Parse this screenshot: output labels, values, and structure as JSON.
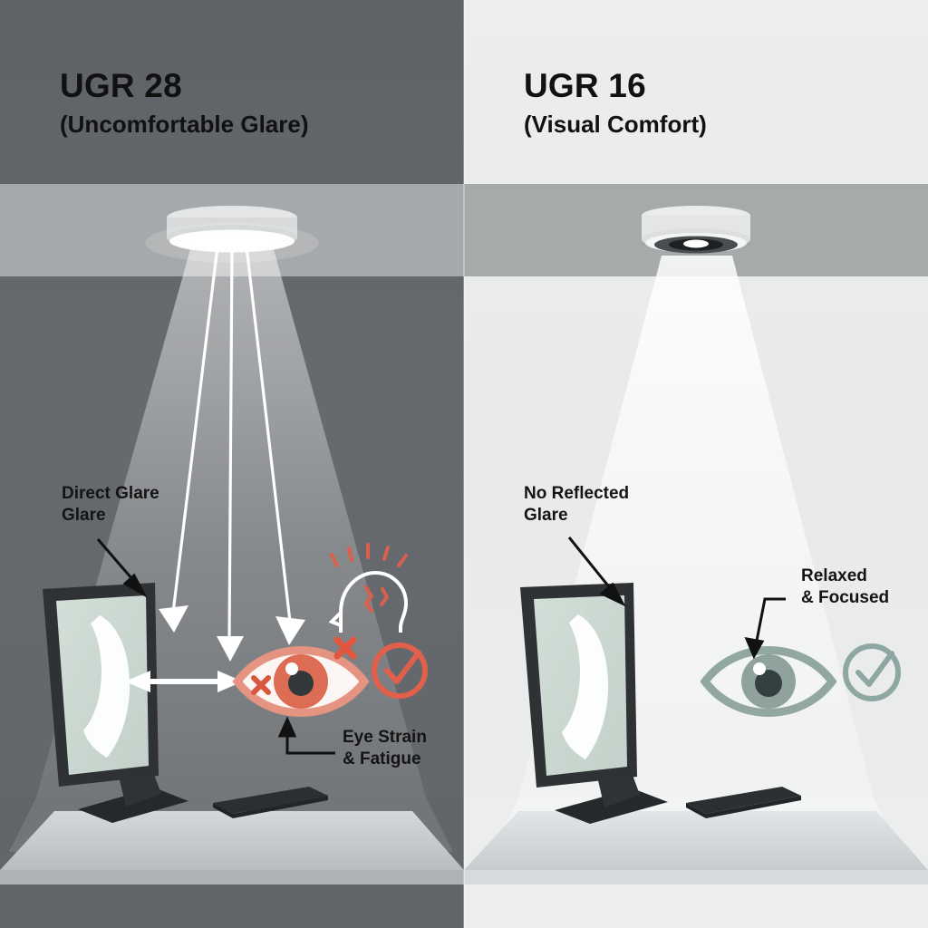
{
  "figure": {
    "kind": "comparison-diagram",
    "subject": "UGR glare comparison in an office workstation"
  },
  "panels": {
    "left": {
      "id": "ugr-28",
      "title": "UGR 28",
      "subtitle": "(Uncomfortable Glare)",
      "background_color": "#63666a",
      "ceiling_color": "#a6a9ab",
      "luminaire": {
        "name": "bright-flat-diffuser-luminaire",
        "body_color": "#d8dadb",
        "emitter_color": "#ffffff"
      },
      "annotations": [
        {
          "name": "direct-glare",
          "lines": [
            "Direct Glare",
            "Glare"
          ]
        },
        {
          "name": "eye-strain",
          "lines": [
            "Eye Strain",
            "& Fatigue"
          ]
        }
      ],
      "icons": [
        {
          "name": "headache-head-icon",
          "color": "#e2705d"
        },
        {
          "name": "irritated-eye-icon",
          "color": "#e07a66"
        },
        {
          "name": "check-circle-icon",
          "color": "#e0604c"
        },
        {
          "name": "x-mark-icon",
          "color": "#e05a46"
        }
      ],
      "rays": {
        "count": 3,
        "color": "#ffffff",
        "label": "glare-ray"
      },
      "reflection_arrow": {
        "name": "reflected-glare-arrow",
        "color": "#ffffff",
        "double_headed": true
      },
      "screen_color": "#cfdbd4",
      "bezel_color": "#2f3235"
    },
    "right": {
      "id": "ugr-16",
      "title": "UGR 16",
      "subtitle": "(Visual Comfort)",
      "background_color": "#eceded",
      "ceiling_color": "#a6aaab",
      "luminaire": {
        "name": "deep-baffle-downlight",
        "body_color": "#e3e5e6",
        "baffle_color": "#3c3f42",
        "emitter_color": "#ffffff"
      },
      "annotations": [
        {
          "name": "no-reflected-glare",
          "lines": [
            "No Reflected",
            "Glare"
          ]
        },
        {
          "name": "relaxed-focused",
          "lines": [
            "Relaxed",
            "& Focused"
          ]
        }
      ],
      "icons": [
        {
          "name": "calm-eye-icon",
          "color": "#93a7a1"
        },
        {
          "name": "check-circle-icon",
          "color": "#8fa7a2"
        }
      ],
      "rays": {
        "count": 0,
        "color": "#ffffff",
        "label": "glare-ray"
      },
      "screen_color": "#cfdbd4",
      "bezel_color": "#2f3235"
    }
  },
  "shared": {
    "desk_color": "#c6cacd",
    "keyboard_color": "#2c2f31",
    "monitor_stand_color": "#303336",
    "divider_color": "#ffffff"
  }
}
